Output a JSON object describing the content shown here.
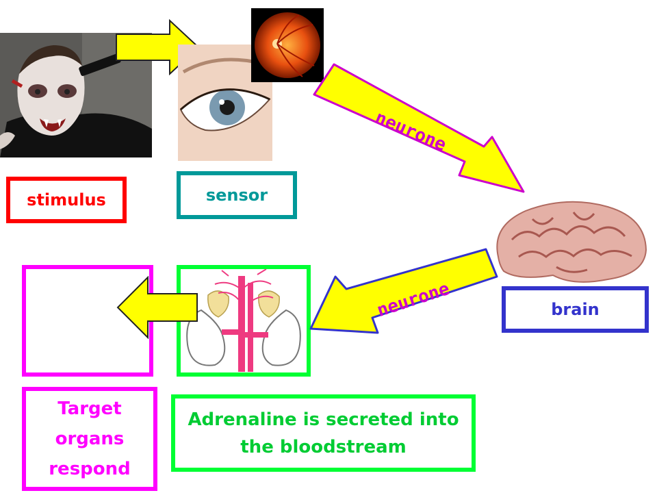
{
  "labels": {
    "stimulus": "stimulus",
    "sensor": "sensor",
    "brain": "brain",
    "neurone_top": "neurone",
    "neurone_bottom": "neurone",
    "target": "Target organs respond",
    "adrenaline": "Adrenaline is secreted into the bloodstream"
  },
  "colors": {
    "stimulus": "#ff0000",
    "sensor": "#009999",
    "brain": "#3333cc",
    "target": "#ff00ff",
    "adrenaline": "#00ff33",
    "neurone_text": "#cc00cc",
    "arrow_fill": "#ffff00",
    "arrow_border_top": "#cc00cc",
    "arrow_border_bottom": "#3333cc"
  },
  "icons": {
    "child": "child-vampire-photo",
    "eye": "eye-photo",
    "retina": "retina-photo",
    "brain": "brain-photo",
    "glands": "adrenal-glands-kidneys-drawing"
  }
}
